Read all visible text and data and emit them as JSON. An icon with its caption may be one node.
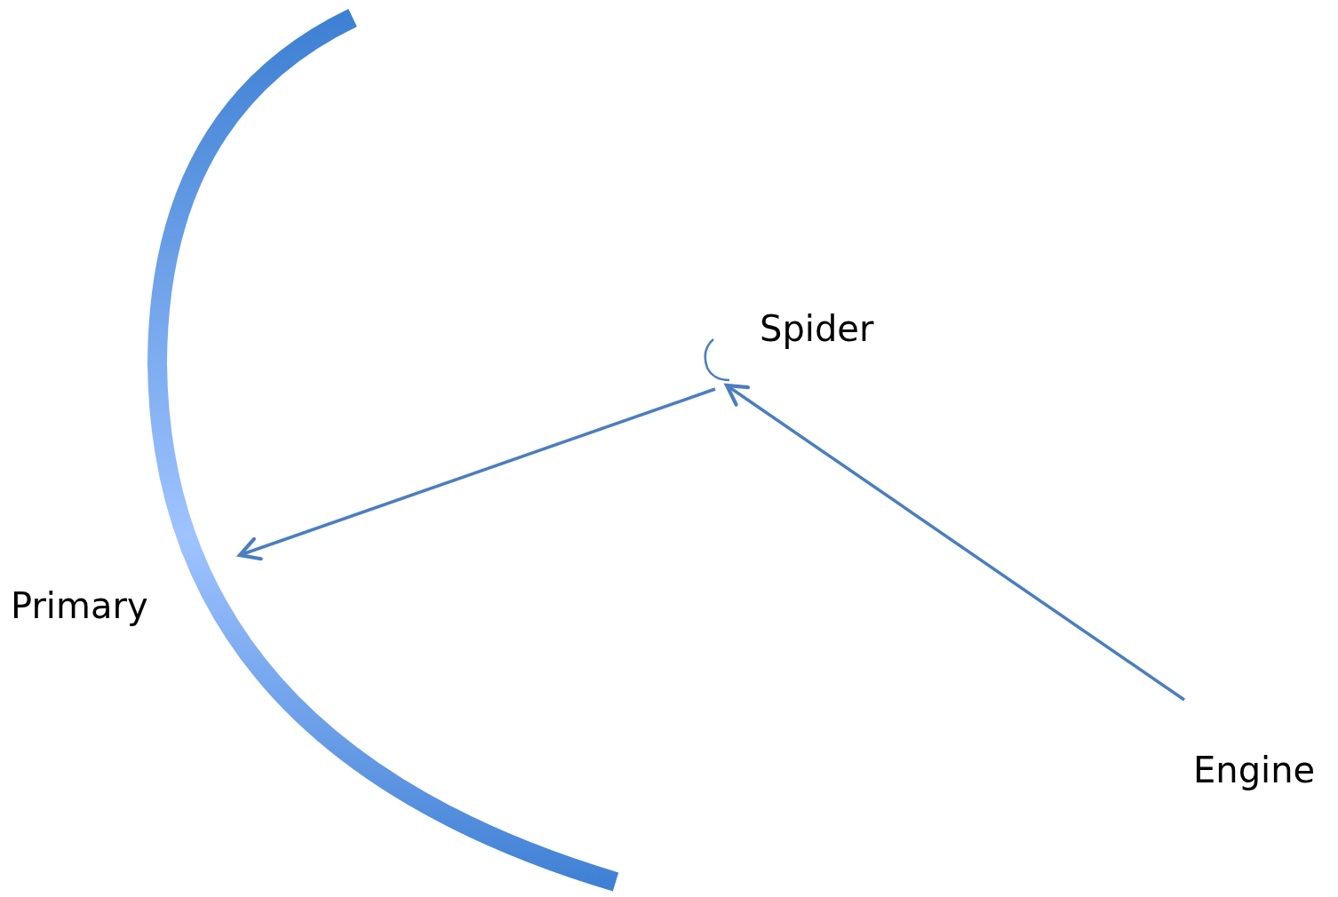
{
  "diagram": {
    "nodes": [
      {
        "text": [],
        "shape": "picture",
        "beside": [
          "Primary"
        ]
      },
      {
        "text": [],
        "shape": "picture",
        "beside": [
          "Spider"
        ]
      },
      {
        "text": [
          "Engine"
        ]
      }
    ],
    "edges": [
      {
        "from": 2,
        "to": 1,
        "arrow": "to"
      },
      {
        "from": 1,
        "to": 0,
        "arrow": "to"
      }
    ]
  }
}
